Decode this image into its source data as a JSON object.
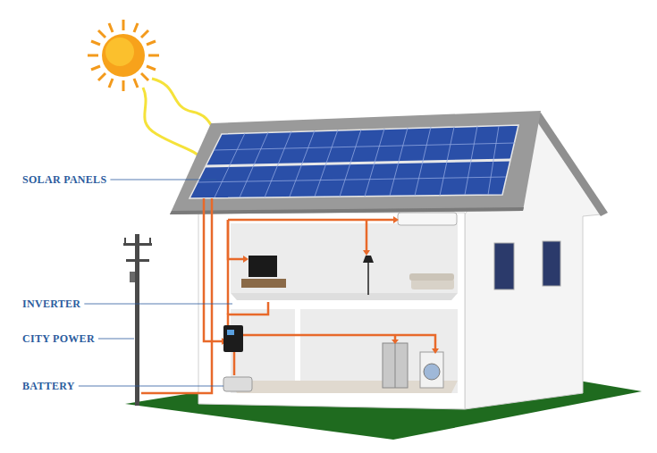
{
  "diagram": {
    "labels": [
      "SOLAR PANELS",
      "INVERTER",
      "CITY POWER",
      "BATTERY"
    ]
  }
}
